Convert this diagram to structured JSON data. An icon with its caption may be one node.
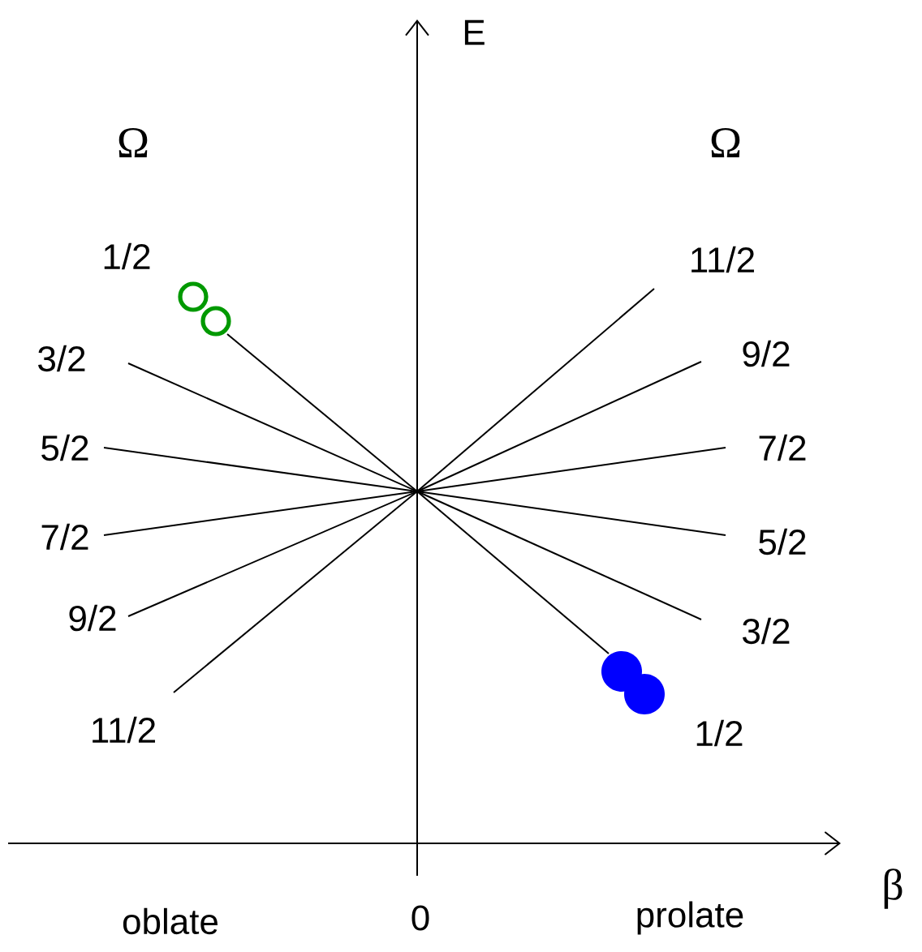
{
  "diagram": {
    "labels": [
      "E",
      "Ω",
      "Ω",
      "1/2",
      "11/2",
      "3/2",
      "9/2",
      "5/2",
      "7/2",
      "7/2",
      "5/2",
      "9/2",
      "3/2",
      "11/2",
      "1/2",
      "β",
      "oblate",
      "0",
      "prolate"
    ]
  }
}
